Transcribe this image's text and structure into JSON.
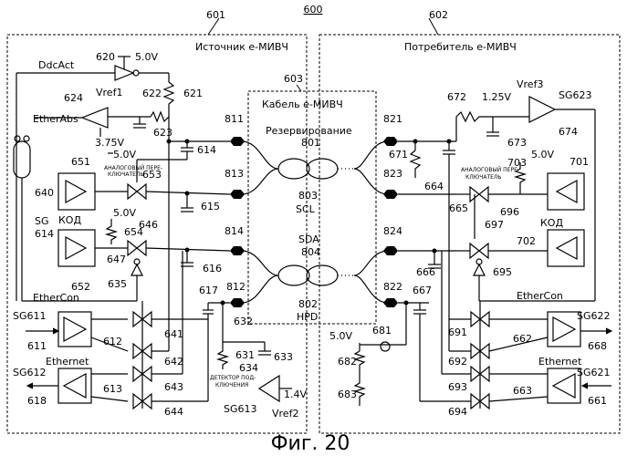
{
  "figure": {
    "caption": "Фиг. 20",
    "number": "600"
  },
  "source": {
    "ref": "601",
    "title": "Источник е-МИВЧ"
  },
  "sink": {
    "ref": "602",
    "title": "Потребитель е-МИВЧ"
  },
  "cable": {
    "ref": "603",
    "title": "Кабель е-МИВЧ",
    "reserved": "Резервирование",
    "pair1_ref": "801",
    "pair1_ref2": "803",
    "pair1_name": "SCL",
    "pair2_name": "SDA",
    "pair2_ref": "804",
    "pair2_ref2": "802",
    "pair2_hpd": "HPD"
  },
  "source_labels": {
    "ddcact": "DdcAct",
    "v5a": "5.0V",
    "r620": "620",
    "r621": "621",
    "r622": "622",
    "r623": "623",
    "r624": "624",
    "vref1": "Vref1",
    "etherabs": "EtherAbs",
    "v375": "3.75V",
    "r640": "640",
    "r651": "651",
    "switch": "АНАЛОГОВЫЙ ПЕРЕ-",
    "switch2": "КЛЮЧАТЕЛЬ",
    "r653": "653",
    "v5b": "5.0V",
    "r646": "646",
    "kod": "КОД",
    "v5c": "5.0V",
    "r654": "654",
    "sg": "SG",
    "r614": "614",
    "r647": "647",
    "r635": "635",
    "ethercon": "EtherCon",
    "r652": "652",
    "c614": "614",
    "c615": "615",
    "c616": "616",
    "c617": "617",
    "sg611": "SG611",
    "r611": "611",
    "r612": "612",
    "ethernet": "Ethernet",
    "sg612": "SG612",
    "r618": "618",
    "r613": "613",
    "r641": "641",
    "r642": "642",
    "r643": "643",
    "r644": "644",
    "r632": "632",
    "r631": "631",
    "r633": "633",
    "r634": "634",
    "det": "ДЕТЕКТОР ПОД-",
    "det2": "КЛЮЧЕНИЯ",
    "sg613": "SG613",
    "v14": "1.4V",
    "vref2": "Vref2",
    "n811": "811",
    "n813": "813",
    "n814": "814",
    "n812": "812"
  },
  "sink_labels": {
    "r672": "672",
    "v125": "1.25V",
    "vref3": "Vref3",
    "sg623": "SG623",
    "r674": "674",
    "r673": "673",
    "r671": "671",
    "switch": "АНАЛОГОВЫЙ ПЕРЕ-",
    "switch2": "КЛЮЧАТЕЛЬ",
    "r703": "703",
    "v5": "5.0V",
    "r701": "701",
    "r664": "664",
    "r696": "696",
    "r665": "665",
    "r697": "697",
    "kod": "КОД",
    "r702": "702",
    "r666": "666",
    "r695": "695",
    "r667": "667",
    "ethercon": "EtherCon",
    "v5b": "5.0V",
    "r681": "681",
    "r682": "682",
    "r683": "683",
    "r691": "691",
    "r662": "662",
    "sg622": "SG622",
    "r668": "668",
    "r692": "692",
    "ethernet": "Ethernet",
    "r693": "693",
    "r663": "663",
    "sg621": "SG621",
    "r661": "661",
    "r694": "694",
    "n821": "821",
    "n823": "823",
    "n824": "824",
    "n822": "822"
  }
}
